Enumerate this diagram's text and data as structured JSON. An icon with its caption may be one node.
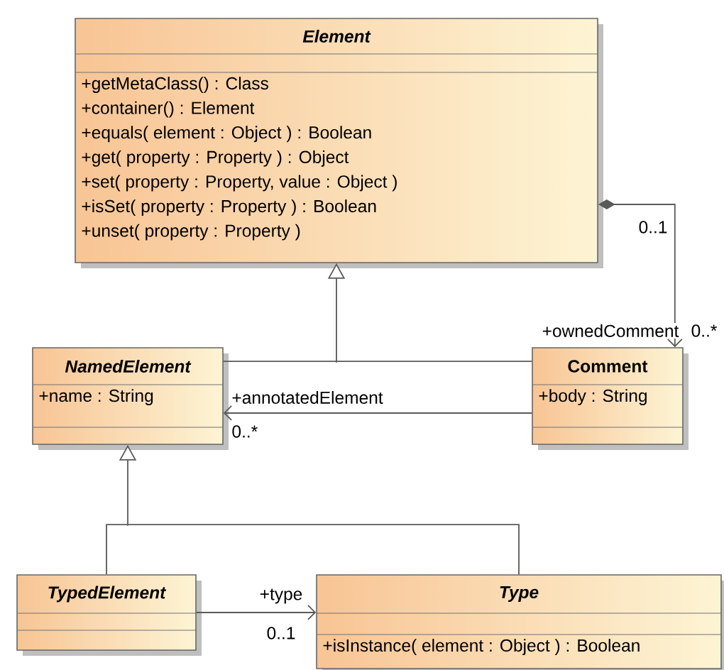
{
  "diagram": {
    "nodes": [
      {
        "text": [
          "Element",
          "+getMetaClass() : Class",
          "+container() : Element",
          "+equals( element : Object ) : Boolean",
          "+get( property : Property ) : Object",
          "+set( property : Property, value : Object )",
          "+isSet( property : Property ) : Boolean",
          "+unset( property : Property )"
        ]
      },
      {
        "text": [
          "NamedElement",
          "+name : String"
        ]
      },
      {
        "text": [
          "Comment",
          "+body : String"
        ]
      },
      {
        "text": [
          "TypedElement"
        ]
      },
      {
        "text": [
          "Type",
          "+isInstance( element : Object ) : Boolean"
        ]
      }
    ],
    "edges": [
      {
        "from": 1,
        "to": 0,
        "arrow": "to"
      },
      {
        "from": 2,
        "to": 0,
        "arrow": "to"
      },
      {
        "from": 0,
        "to": 2,
        "arrow": "to",
        "label": "+ownedComment"
      },
      {
        "from": 2,
        "to": 1,
        "arrow": "to",
        "label": "+annotatedElement"
      },
      {
        "from": 3,
        "to": 4,
        "arrow": "to",
        "label": "+type"
      },
      {
        "from": 3,
        "to": 1,
        "arrow": "to"
      },
      {
        "from": 4,
        "to": 1,
        "arrow": "to"
      }
    ],
    "labels": [
      "0..1",
      "0..*",
      "0..*",
      "0..1"
    ]
  }
}
